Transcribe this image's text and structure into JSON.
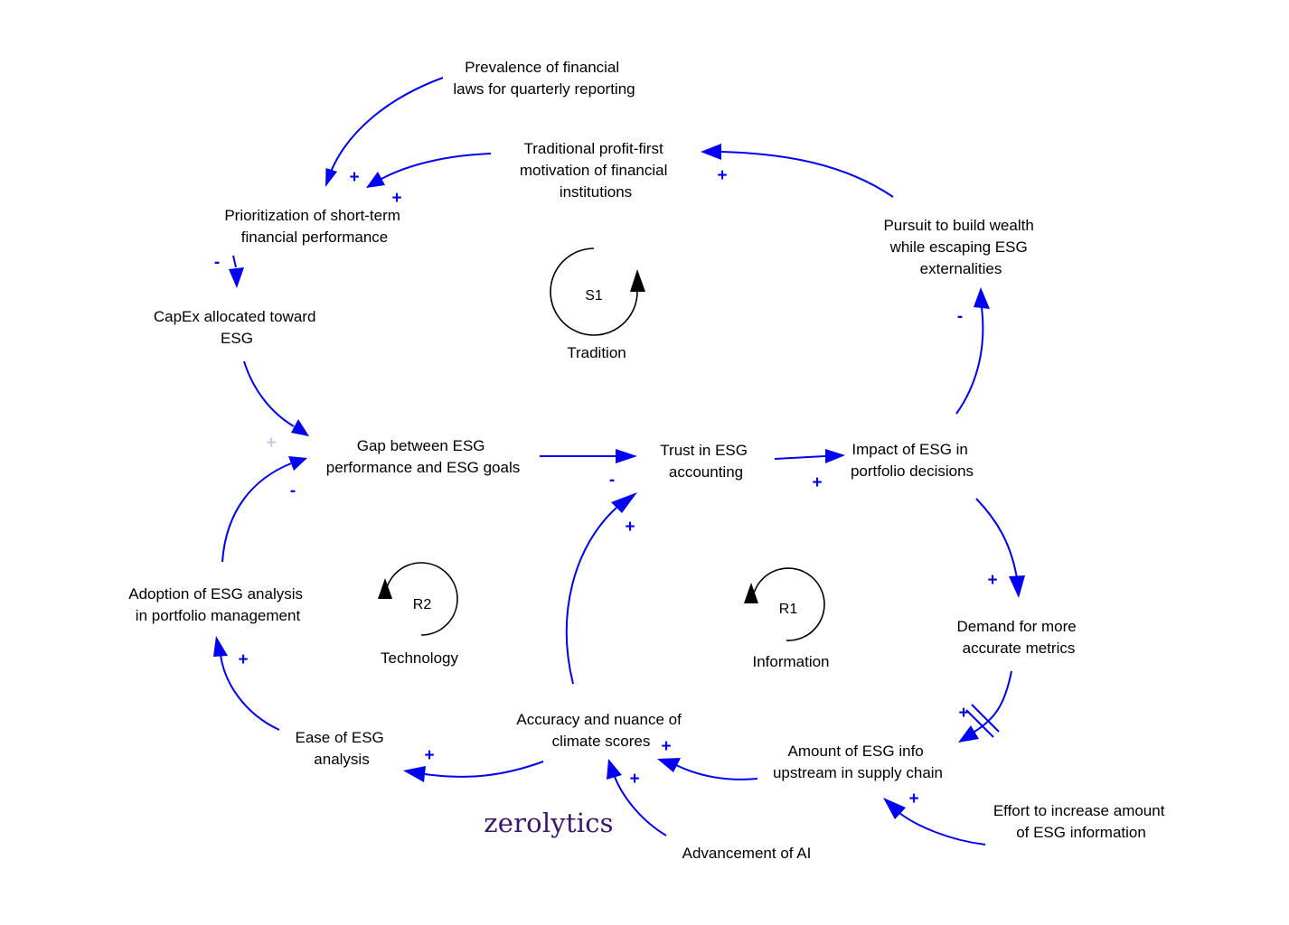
{
  "nodes": {
    "prevalence": [
      "Prevalence of financial",
      "laws for quarterly reporting"
    ],
    "traditional": [
      "Traditional profit-first",
      "motivation of financial",
      "institutions"
    ],
    "prioritization": [
      "Prioritization of short-term",
      "financial performance"
    ],
    "capex": [
      "CapEx allocated toward",
      "ESG"
    ],
    "pursuit": [
      "Pursuit to build wealth",
      "while escaping ESG",
      "externalities"
    ],
    "gap": [
      "Gap between ESG",
      "performance and ESG goals"
    ],
    "trust": [
      "Trust in ESG",
      "accounting"
    ],
    "impact": [
      "Impact of ESG in",
      "portfolio decisions"
    ],
    "adoption": [
      "Adoption of ESG analysis",
      "in portfolio management"
    ],
    "demand": [
      "Demand for more",
      "accurate metrics"
    ],
    "accuracy": [
      "Accuracy and nuance of",
      "climate scores"
    ],
    "ease": [
      "Ease of ESG",
      "analysis"
    ],
    "amount": [
      "Amount of ESG info",
      "upstream in supply chain"
    ],
    "effort": [
      "Effort to increase amount",
      "of ESG information"
    ],
    "ai": [
      "Advancement of AI"
    ]
  },
  "loops": {
    "s1": {
      "id": "S1",
      "name": "Tradition"
    },
    "r2": {
      "id": "R2",
      "name": "Technology"
    },
    "r1": {
      "id": "R1",
      "name": "Information"
    }
  },
  "links": [
    {
      "from": "prevalence",
      "to": "prioritization",
      "polarity": "+"
    },
    {
      "from": "traditional",
      "to": "prioritization",
      "polarity": "+"
    },
    {
      "from": "prioritization",
      "to": "capex",
      "polarity": "-"
    },
    {
      "from": "capex",
      "to": "gap",
      "polarity": "+"
    },
    {
      "from": "adoption",
      "to": "gap",
      "polarity": "-"
    },
    {
      "from": "gap",
      "to": "trust",
      "polarity": "-"
    },
    {
      "from": "trust",
      "to": "impact",
      "polarity": "+"
    },
    {
      "from": "impact",
      "to": "pursuit",
      "polarity": "-"
    },
    {
      "from": "pursuit",
      "to": "traditional",
      "polarity": "+"
    },
    {
      "from": "impact",
      "to": "demand",
      "polarity": "+"
    },
    {
      "from": "demand",
      "to": "amount",
      "polarity": "+",
      "delay": true
    },
    {
      "from": "amount",
      "to": "accuracy",
      "polarity": "+"
    },
    {
      "from": "effort",
      "to": "amount",
      "polarity": "+"
    },
    {
      "from": "ai",
      "to": "accuracy",
      "polarity": "+"
    },
    {
      "from": "accuracy",
      "to": "trust",
      "polarity": "+"
    },
    {
      "from": "accuracy",
      "to": "ease",
      "polarity": "+"
    },
    {
      "from": "ease",
      "to": "adoption",
      "polarity": "+"
    }
  ],
  "brand": "zerolytics",
  "colors": {
    "link": "#0000f5",
    "faded_polarity": "#c8c8f0",
    "brand": "#3a1670",
    "text": "#000000"
  }
}
